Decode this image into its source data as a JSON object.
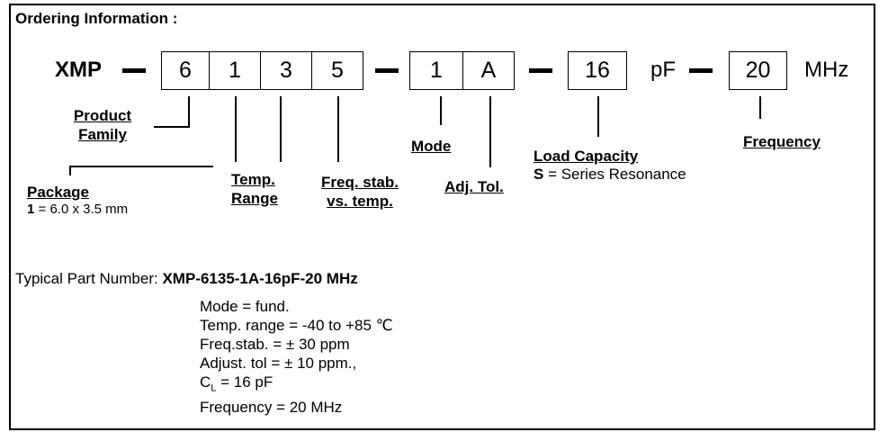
{
  "heading": "Ordering Information :",
  "code": {
    "prefix": "XMP",
    "family_digits": [
      "6",
      "1",
      "3",
      "5"
    ],
    "mode_digits": [
      "1",
      "A"
    ],
    "load_value": "16",
    "load_unit": "pF",
    "frequency_value": "20",
    "frequency_unit": "MHz"
  },
  "labels": {
    "product_family_line1": "Product",
    "product_family_line2": "Family",
    "package": "Package",
    "package_note_bold": "1",
    "package_note": " = 6.0 x 3.5 mm",
    "temp_range_line1": "Temp.",
    "temp_range_line2": "Range",
    "freq_stab_line1": "Freq. stab.",
    "freq_stab_line2": "vs. temp.",
    "mode": "Mode",
    "adj_tol": "Adj. Tol.",
    "load_capacity": "Load Capacity",
    "load_note_bold": "S",
    "load_note": " = Series Resonance",
    "frequency": "Frequency"
  },
  "example": {
    "intro": "Typical Part Number: ",
    "part_number": "XMP-6135-1A-16pF-20 MHz",
    "lines": [
      "Mode = fund.",
      "Temp. range = -40 to +85 ℃",
      "Freq.stab. = ± 30 ppm",
      "Adjust. tol = ± 10 ppm.,"
    ],
    "cl_prefix": "C",
    "cl_sub": "L",
    "cl_rest": " = 16 pF",
    "last_line": "Frequency = 20 MHz"
  }
}
